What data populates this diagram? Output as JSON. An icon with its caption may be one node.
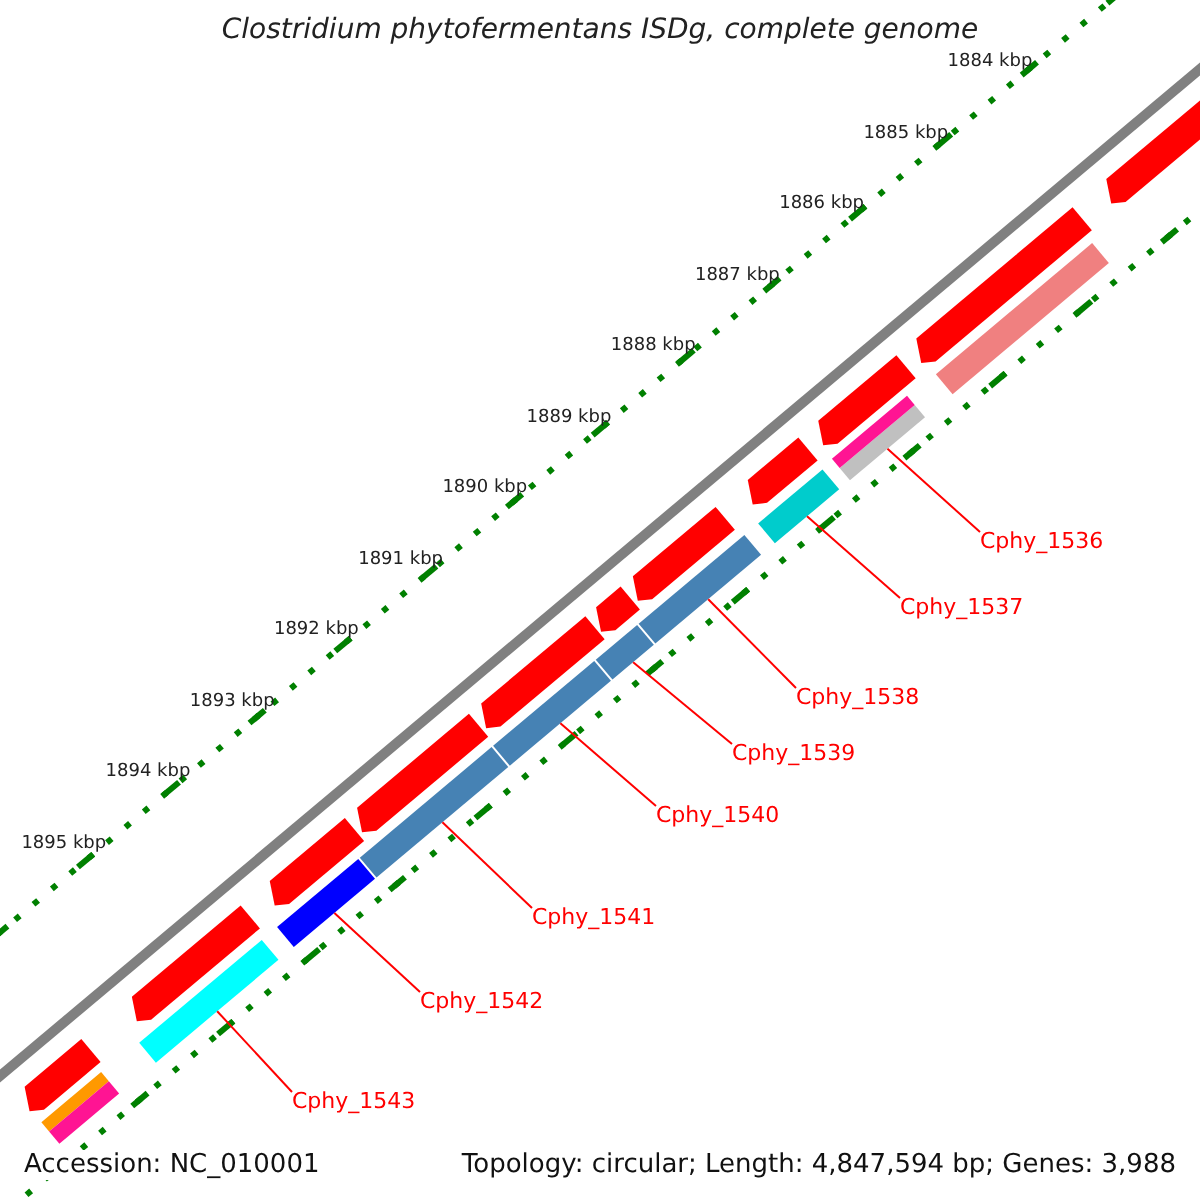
{
  "diagram": {
    "title": "Clostridium phytofermentans ISDg, complete genome",
    "nodes": [
      {
        "text": [
          "Cphy_1536"
        ]
      },
      {
        "text": [
          "Cphy_1537"
        ]
      },
      {
        "text": [
          "Cphy_1538"
        ]
      },
      {
        "text": [
          "Cphy_1539"
        ]
      },
      {
        "text": [
          "Cphy_1540"
        ]
      },
      {
        "text": [
          "Cphy_1541"
        ]
      },
      {
        "text": [
          "Cphy_1542"
        ]
      },
      {
        "text": [
          "Cphy_1543"
        ]
      },
      {
        "text": [],
        "shape": "bar"
      },
      {
        "text": [],
        "shape": "bar"
      },
      {
        "text": [],
        "shape": "bar"
      },
      {
        "text": [],
        "shape": "bar"
      },
      {
        "text": [],
        "shape": "bar"
      },
      {
        "text": [],
        "shape": "bar"
      },
      {
        "text": [],
        "shape": "bar"
      },
      {
        "text": [],
        "shape": "bar"
      },
      {
        "text": [],
        "shape": "bar"
      },
      {
        "text": [],
        "shape": "bar"
      },
      {
        "text": [],
        "shape": "bar"
      },
      {
        "text": [],
        "shape": "bar"
      },
      {
        "text": [],
        "shape": "bar"
      },
      {
        "text": [],
        "shape": "bar"
      },
      {
        "text": [],
        "shape": "bar"
      },
      {
        "text": [],
        "shape": "bar"
      },
      {
        "text": [],
        "shape": "bar"
      },
      {
        "text": [],
        "shape": "bar"
      },
      {
        "text": [],
        "shape": "bar"
      },
      {
        "text": [],
        "shape": "bar"
      },
      {
        "text": [],
        "shape": "bar"
      },
      {
        "text": [],
        "shape": "bar"
      },
      {
        "text": [],
        "shape": "bar"
      }
    ],
    "edges": [
      {
        "from": 0,
        "to": 8,
        "arrow": "none"
      },
      {
        "from": 1,
        "to": 9,
        "arrow": "none"
      },
      {
        "from": 2,
        "to": 10,
        "arrow": "none"
      },
      {
        "from": 3,
        "to": 11,
        "arrow": "none"
      },
      {
        "from": 4,
        "to": 12,
        "arrow": "none"
      },
      {
        "from": 5,
        "to": 13,
        "arrow": "none"
      },
      {
        "from": 6,
        "to": 14,
        "arrow": "none"
      },
      {
        "from": 7,
        "to": 15,
        "arrow": "none"
      }
    ],
    "labels": [
      "1884 kbp",
      "1885 kbp",
      "1886 kbp",
      "1887 kbp",
      "1888 kbp",
      "1889 kbp",
      "1890 kbp",
      "1891 kbp",
      "1892 kbp",
      "1893 kbp",
      "1894 kbp",
      "1895 kbp",
      "Accession: NC_010001",
      "Topology: circular; Length: 4,847,594 bp; Genes: 3,988"
    ]
  }
}
